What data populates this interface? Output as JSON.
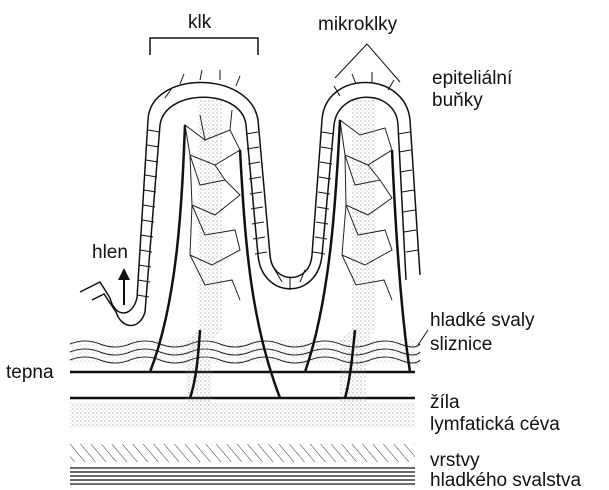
{
  "labels": {
    "villus": "klk",
    "microvilli": "mikroklky",
    "epithelial_1": "epiteliální",
    "epithelial_2": "buňky",
    "mucus": "hlen",
    "smooth_muscle_1": "hladké svaly",
    "smooth_muscle_2": "sliznice",
    "artery": "tepna",
    "vein": "žíla",
    "lymph": "lymfatická céva",
    "muscle_layers_1": "vrstvy",
    "muscle_layers_2": "hladkého svalstva"
  },
  "colors": {
    "ink": "#111111",
    "stipple": "#9a9a9a",
    "background": "#ffffff"
  }
}
